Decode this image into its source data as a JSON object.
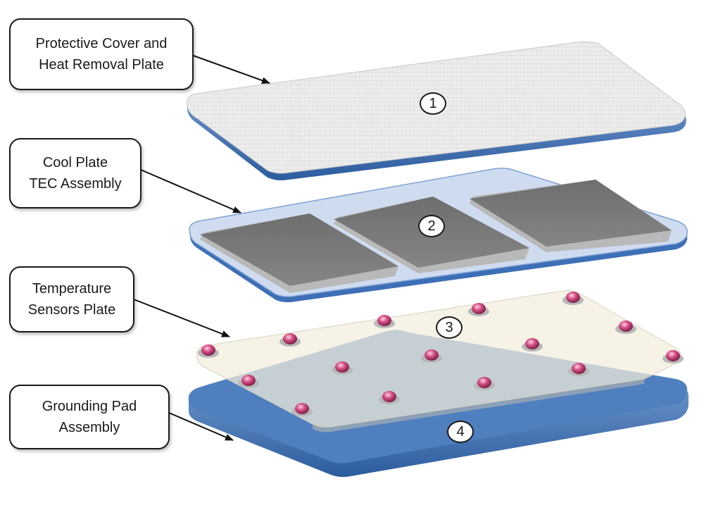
{
  "layers": [
    {
      "number": "1",
      "label_lines": [
        "Protective Cover and",
        "Heat Removal Plate"
      ]
    },
    {
      "number": "2",
      "label_lines": [
        "Cool Plate",
        "TEC Assembly"
      ]
    },
    {
      "number": "3",
      "label_lines": [
        "Temperature",
        "Sensors Plate"
      ]
    },
    {
      "number": "4",
      "label_lines": [
        "Grounding Pad",
        "Assembly"
      ]
    }
  ],
  "colors": {
    "cover": "#ebebeb",
    "cool_plate_frame": "#cfdcf0",
    "tec_module": "#7a7a7a",
    "sensor_plate": "#f3eedd",
    "sensor_bump": "#c2336e",
    "grounding_pad": "#4f7fbf",
    "edge_blue": "#3d6fb6"
  }
}
